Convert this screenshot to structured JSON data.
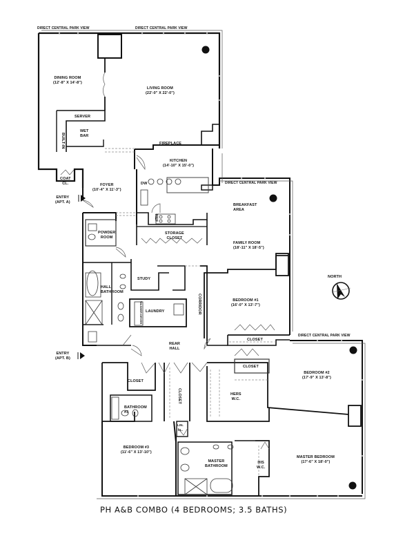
{
  "title": "PH A&B COMBO (4 BEDROOMS; 3.5 BATHS)",
  "views": {
    "top_left": "DIRECT CENTRAL PARK VIEW",
    "top_right": "DIRECT CENTRAL PARK VIEW",
    "kitchen_east": "DIRECT CENTRAL PARK VIEW",
    "bedroom1_east": "DIRECT CENTRAL PARK VIEW"
  },
  "compass": {
    "label": "NORTH"
  },
  "entries": [
    {
      "label": "ENTRY\n(APT. A)"
    },
    {
      "label": "ENTRY\n(APT. B)"
    }
  ],
  "rooms": {
    "dining_room": {
      "name": "DINING ROOM",
      "dims": "(12'-8\" X 14'-8\")"
    },
    "living_room": {
      "name": "LIVING ROOM",
      "dims": "(22'-0\" X 22'-0\")"
    },
    "server": {
      "name": "SERVER"
    },
    "wet_bar": {
      "name": "WET\nBAR"
    },
    "built_in": {
      "name": "BUILT-IN"
    },
    "fireplace": {
      "name": "FIREPLACE"
    },
    "kitchen": {
      "name": "KITCHEN",
      "dims": "(14'-10\" X 15'-0\")"
    },
    "coat_closet": {
      "name": "COAT\nCL."
    },
    "foyer": {
      "name": "FOYER",
      "dims": "(10'-4\" X 11'-3\")"
    },
    "dw": {
      "name": "DW"
    },
    "ref": {
      "name": "REF"
    },
    "powder_room": {
      "name": "POWDER\nROOM"
    },
    "storage_closet": {
      "name": "STORAGE\nCLOSET"
    },
    "breakfast_area": {
      "name": "BREAKFAST\nAREA"
    },
    "family_room": {
      "name": "FAMILY ROOM",
      "dims": "(18'-11\" X 18'-5\")"
    },
    "study": {
      "name": "STUDY"
    },
    "hall_bathroom": {
      "name": "HALL\nBATHROOM"
    },
    "laundry": {
      "name": "LAUNDRY"
    },
    "washer": {
      "name": "WASHER"
    },
    "dryer": {
      "name": "DRYER"
    },
    "corridor": {
      "name": "CORRIDOR"
    },
    "bedroom_1": {
      "name": "BEDROOM #1",
      "dims": "(16'-0\" X 13'-7\")"
    },
    "bedroom_1_closet": {
      "name": "CLOSET"
    },
    "rear_hall": {
      "name": "REAR\nHALL"
    },
    "closet_a": {
      "name": "CLOSET"
    },
    "closet_b": {
      "name": "CLOSET"
    },
    "closet_c": {
      "name": "CLOSET"
    },
    "bathroom_3": {
      "name": "BATHROOM\n#3"
    },
    "bedroom_2": {
      "name": "BEDROOM #2",
      "dims": "(17'-9\" X 13'-8\")"
    },
    "hers_wic": {
      "name": "HERS\nW.C."
    },
    "lin_cl": {
      "name": "LIN.\nCL."
    },
    "bedroom_3": {
      "name": "BEDROOM #3",
      "dims": "(11'-6\" X 13'-10\")"
    },
    "master_bathroom": {
      "name": "MASTER\nBATHROOM"
    },
    "his_wic": {
      "name": "HIS\nW.C."
    },
    "master_bedroom": {
      "name": "MASTER BEDROOM",
      "dims": "(17'-6\" X 18'-0\")"
    }
  },
  "colors": {
    "wall": "#111111",
    "thin": "#555555",
    "dashed": "#888888",
    "background": "#ffffff"
  }
}
